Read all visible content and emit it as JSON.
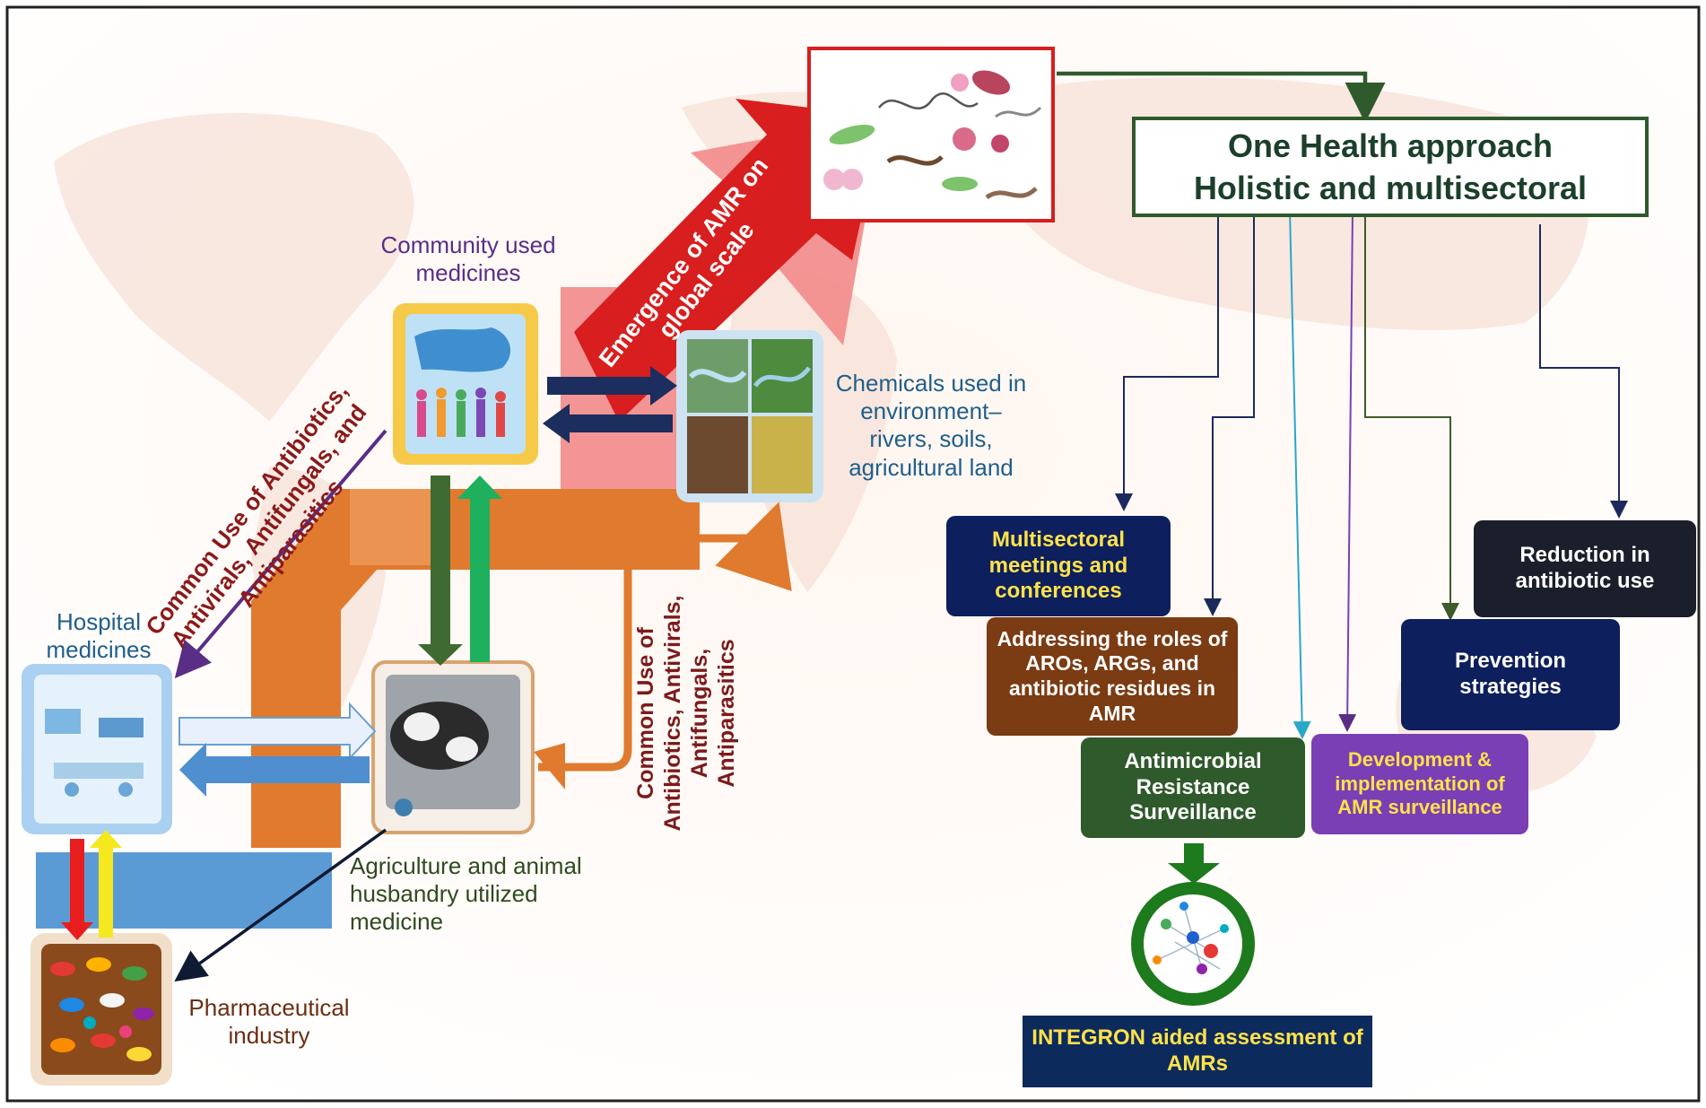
{
  "colors": {
    "navy": "#0d1f5c",
    "brown": "#7b3b13",
    "dark_green": "#2f5a2b",
    "purple": "#7a3fb5",
    "charcoal": "#1a1f2b",
    "red": "#d81e1e",
    "orange": "#e07a2e",
    "pink": "#f28a8a",
    "text_blue": "#1f5f8b",
    "text_purple": "#5a2d86",
    "text_red": "#8b1a1a",
    "text_dark_red": "#7b1b1b",
    "yellow_text": "#ffe24a"
  },
  "labels": {
    "community_medicines": "Community used medicines",
    "hospital_medicines": "Hospital medicines",
    "agriculture_medicine": "Agriculture and animal husbandry utilized medicine",
    "pharma_industry": "Pharmaceutical industry",
    "chemicals_environment": "Chemicals used in environment– rivers, soils, agricultural land",
    "common_use_left": "Common Use of Antibiotics, Antivirals, Antifungals, and Antiparasitics",
    "common_use_right": "Common Use of Antibiotics, Antivirals, Antifungals, Antiparasitics",
    "emergence_amr": "Emergence of AMR on global scale"
  },
  "one_health": {
    "line1": "One Health approach",
    "line2": "Holistic and multisectoral"
  },
  "boxes": {
    "multisectoral": "Multisectoral meetings and conferences",
    "addressing": "Addressing the roles of AROs, ARGs, and antibiotic residues in AMR",
    "surveillance": "Antimicrobial Resistance Surveillance",
    "development": "Development & implementation of AMR surveillance",
    "prevention": "Prevention strategies",
    "reduction": "Reduction in antibiotic use",
    "integron": "INTEGRON aided assessment of AMRs"
  }
}
